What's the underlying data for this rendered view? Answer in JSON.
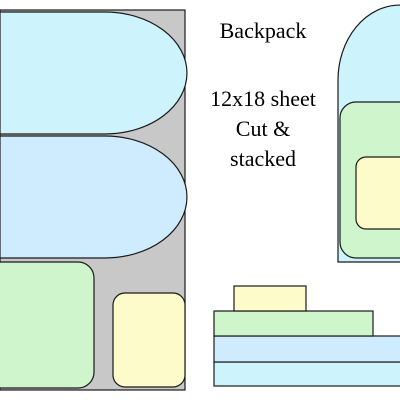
{
  "title": "Backpack",
  "description_lines": [
    "12x18 sheet",
    "Cut &",
    "stacked"
  ],
  "colors": {
    "sheet": "#c8c8c8",
    "light_cyan": "#cdf3fd",
    "light_blue": "#cfecfe",
    "light_green": "#cef5cc",
    "light_yellow": "#fdfbca",
    "outline": "#1a1a1a"
  }
}
